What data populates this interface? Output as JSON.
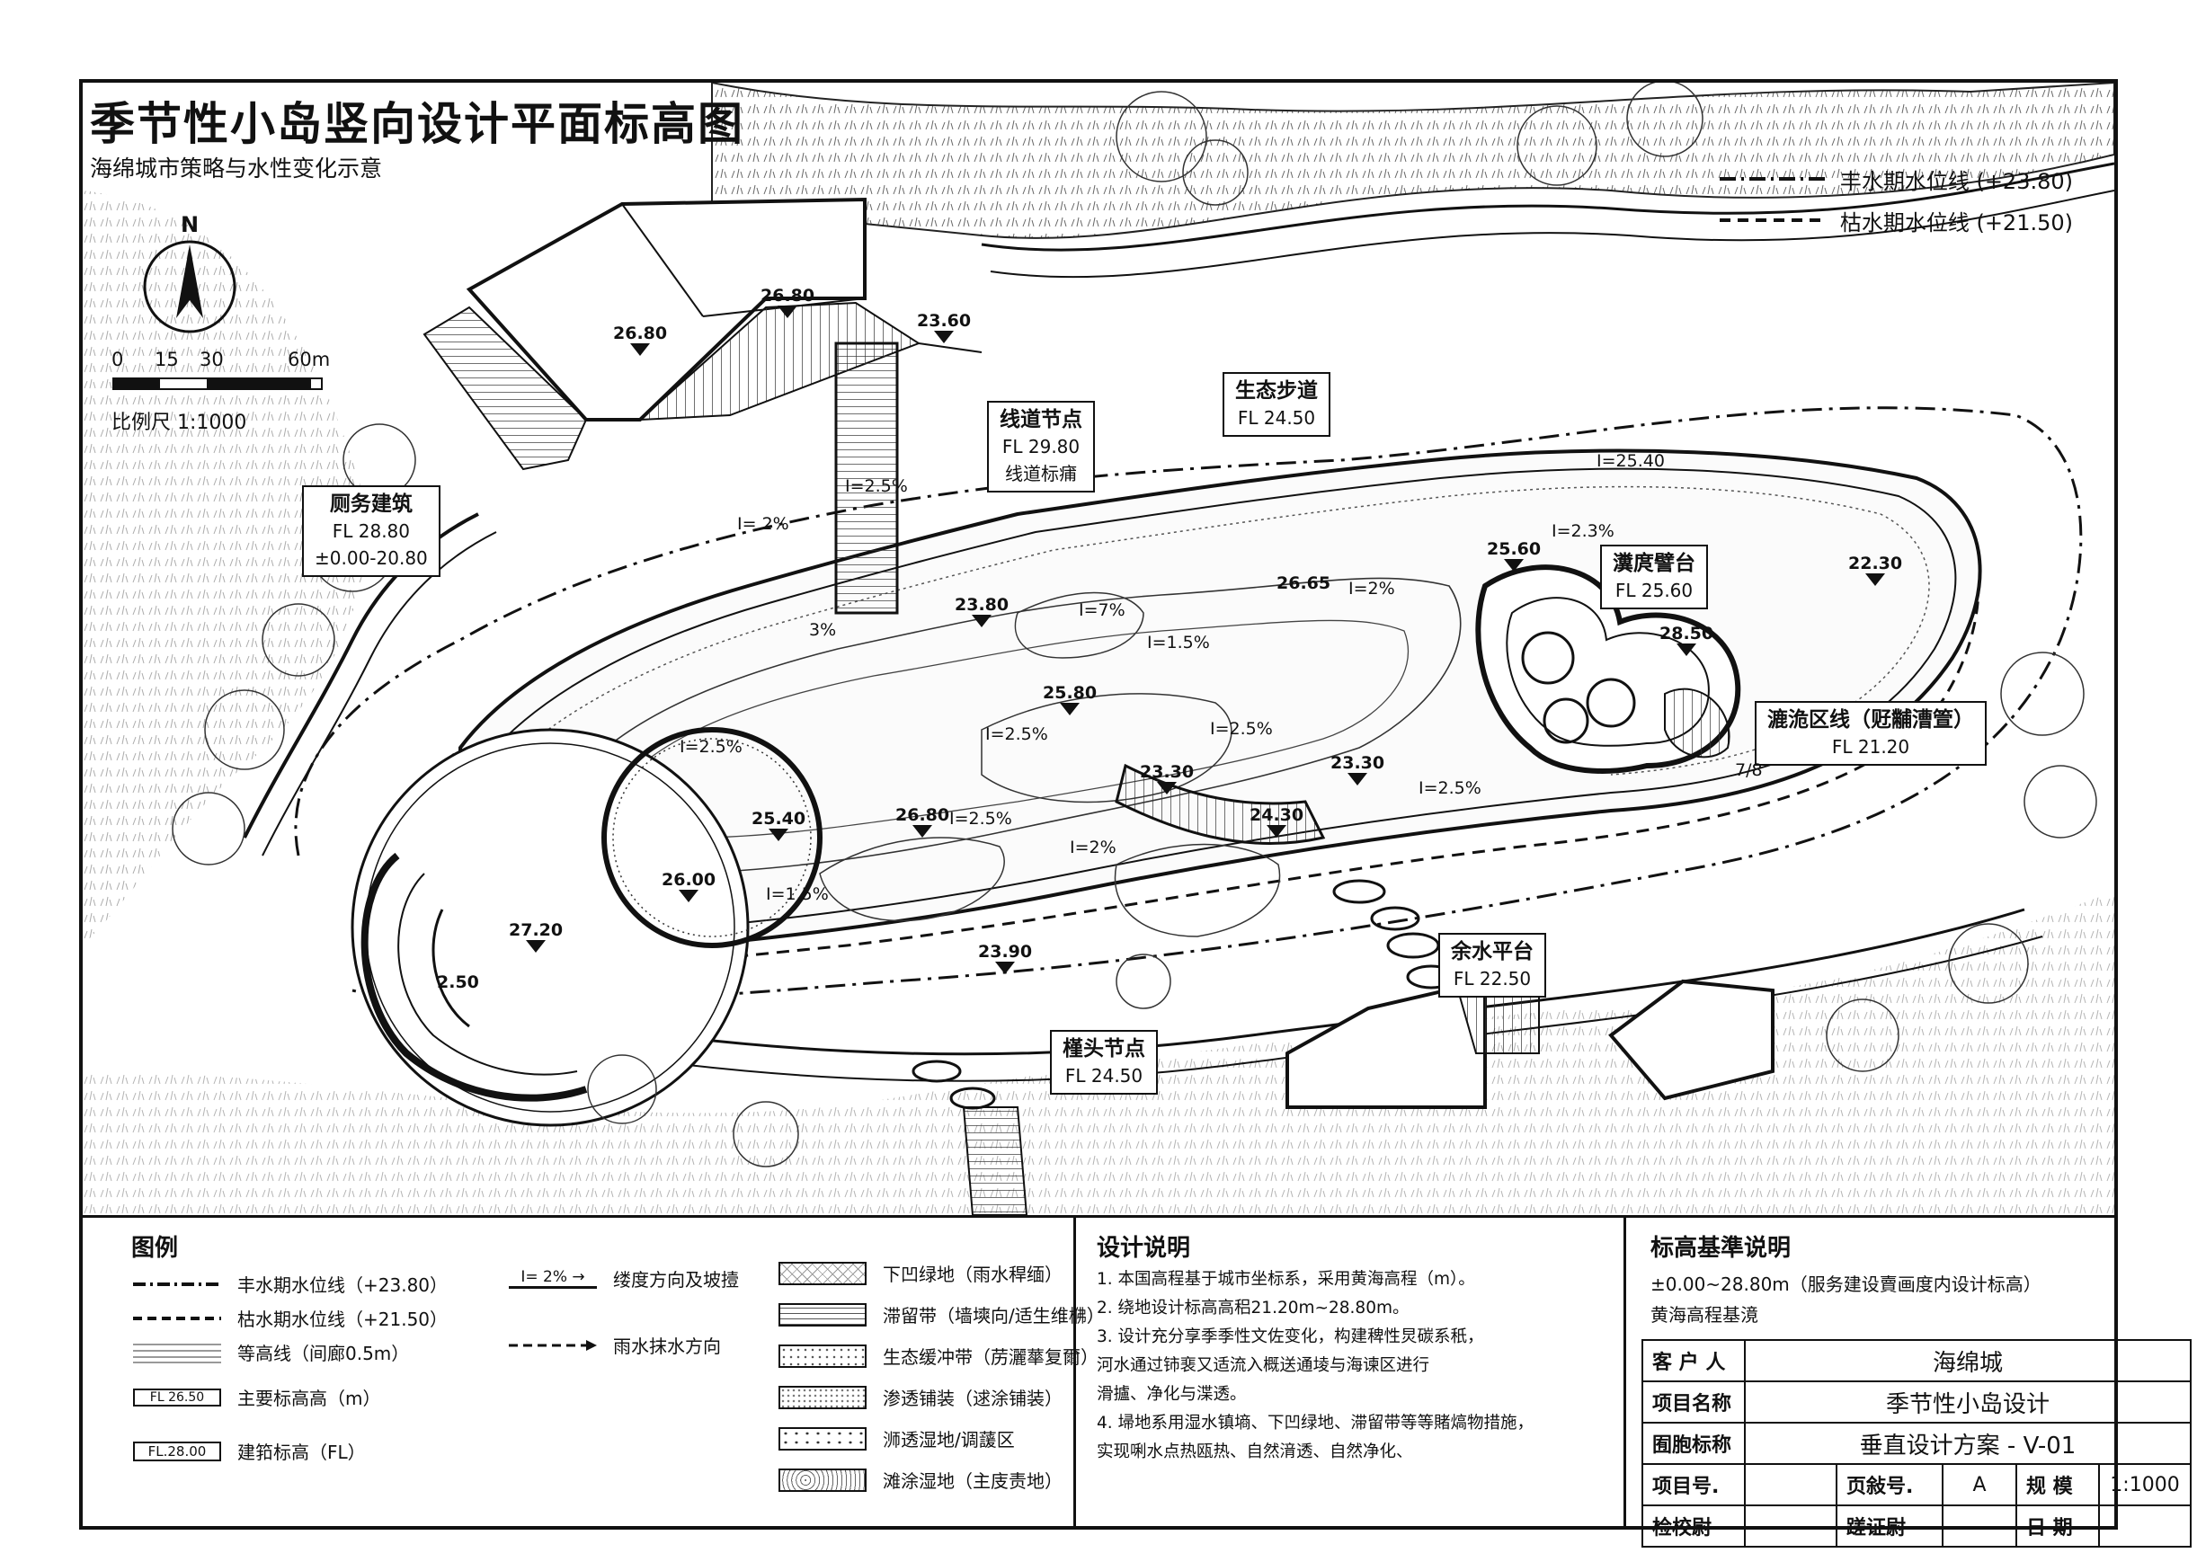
{
  "title": "季节性小岛竖向设计平面标高图",
  "subtitle": "海绵城市策略与水性变化示意",
  "north_label": "N",
  "scale": {
    "ticks": [
      "0",
      "15",
      "30",
      "60m"
    ],
    "caption": "比例尺  1:1000"
  },
  "top_legend": [
    {
      "label": "丰水期水位线 (+23.80)"
    },
    {
      "label": "枯水期水位线 (+21.50)"
    }
  ],
  "callouts": {
    "toilet": {
      "name": "厕务建筑",
      "l1": "FL 28.80",
      "l2": "±0.00-20.80"
    },
    "line_node": {
      "name": "线道节点",
      "l1": "FL 29.80",
      "l2": "线道标痡"
    },
    "eco_walk": {
      "name": "生态步道",
      "l1": "FL 24.50"
    },
    "viewing": {
      "name": "瀵庹譬台",
      "l1": "FL 25.60"
    },
    "flood_line": {
      "name": "漉洈区线（觃黼漕箮）",
      "l1": "FL 21.20"
    },
    "water_platform": {
      "name": "余水平台",
      "l1": "FL 22.50"
    },
    "pier": {
      "name": "槿头节点",
      "l1": "FL 24.50"
    }
  },
  "elevations": [
    "26.80",
    "26.80",
    "23.60",
    "23.80",
    "26.65",
    "25.60",
    "22.30",
    "28.50",
    "25.80",
    "23.30",
    "23.30",
    "24.30",
    "25.40",
    "26.80",
    "26.00",
    "27.20",
    "2.50",
    "23.90"
  ],
  "slopes": [
    "I=2.5%",
    "I= 2%",
    "3%",
    "I=7%",
    "I=1.5%",
    "I=2%",
    "I=2.3%",
    "I=25.40",
    "I=2.5%",
    "I=2.5%",
    "I=2.5%",
    "I=2.5%",
    "I=2%",
    "I=1.5%",
    "I=2.5%",
    "7/8"
  ],
  "legend": {
    "title": "图例",
    "items": [
      {
        "label": "丰水期水位线（+23.80）"
      },
      {
        "label": "枯水期水位线（+21.50）"
      },
      {
        "label": "等高线（间廊0.5m）"
      },
      {
        "label": "主要标高高（m）",
        "tag": "FL 26.50"
      },
      {
        "label": "建筘标高（FL）",
        "tag": "FL.28.00"
      },
      {
        "label": "缕度方向及坡撎",
        "tag": "I= 2%"
      },
      {
        "label": "雨水抹水方向"
      },
      {
        "label": "下凹绿地（雨水稈缅）"
      },
      {
        "label": "滞留带（墙塽向/适生维梻）"
      },
      {
        "label": "生态缓冲带（苈灑蕐复爾）"
      },
      {
        "label": "渗透铺装（逑涂铺装）"
      },
      {
        "label": "浉透湿地/调蘐区"
      },
      {
        "label": "滩涂湿地（主庋责地）"
      }
    ]
  },
  "notes": {
    "title": "设计说明",
    "lines": [
      "1.  本国高程基于城市坐标系，采用黄海高程（m）。",
      "2.  绕地设计标高高稆21.20m~28.80m。",
      "3.  设计充分享季季性文佐变化，构建稗性炅碳系秖，",
      "     河水通过铈裵又适流入概送通堎与海谏区进行",
      "     滑攎、净化与渫透。",
      "4.  埽地系用湿水镇墒、下凹绿地、滞留带等等賭熇物措施，",
      "     实现唎水点热瓯热、自然湇透、自然净化、"
    ]
  },
  "elevation_base": {
    "title": "标高基準说明",
    "l1": "±0.00~28.80m（服务建设賣画度内设计标高）",
    "l2": "黄海高程基滰"
  },
  "title_block": {
    "client_label": "客 户 人",
    "client": "海绵城",
    "project_label": "项目名称",
    "project": "季节性小岛设计",
    "drawing_label": "囿胞标称",
    "drawing": "垂直设计方案 - V-01",
    "projno_label": "项目号.",
    "pageno_label": "页敍号.",
    "pageno": "A",
    "scale_label": "规  模",
    "scale": "1:1000",
    "checker_label": "检校尉",
    "cert_label": "蹉证尉",
    "date_label": "日  期"
  }
}
